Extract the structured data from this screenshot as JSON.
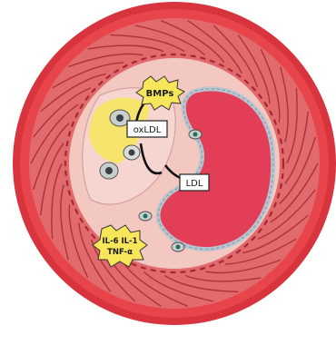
{
  "diagram": {
    "labels": {
      "bmps": "BMPs",
      "oxldl": "oxLDL",
      "ldl": "LDL",
      "il6": "IL-6 IL-1",
      "tnf": "TNF-α"
    },
    "colors": {
      "adventitia": "#d8343e",
      "media_fill": "#e06a6c",
      "media_stroke": "#a8262c",
      "intima": "#f3c8c0",
      "lumen": "#e23e58",
      "lumen_edge": "#b9c6cf",
      "plaque": "#f7e65a",
      "label_box": "#ffffff",
      "arrow": "#111111"
    }
  }
}
